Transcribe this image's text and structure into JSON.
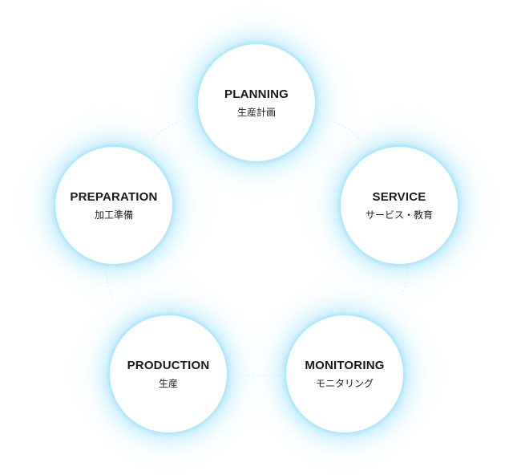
{
  "diagram": {
    "nodes": [
      {
        "id": "planning",
        "title": "PLANNING",
        "subtitle": "生産計画"
      },
      {
        "id": "service",
        "title": "SERVICE",
        "subtitle": "サービス・教育"
      },
      {
        "id": "monitoring",
        "title": "MONITORING",
        "subtitle": "モニタリング"
      },
      {
        "id": "production",
        "title": "PRODUCTION",
        "subtitle": "生産"
      },
      {
        "id": "preparation",
        "title": "PREPARATION",
        "subtitle": "加工準備"
      }
    ],
    "connector_color": "#e6e6e6",
    "glow_color": "#8fdcf5"
  }
}
